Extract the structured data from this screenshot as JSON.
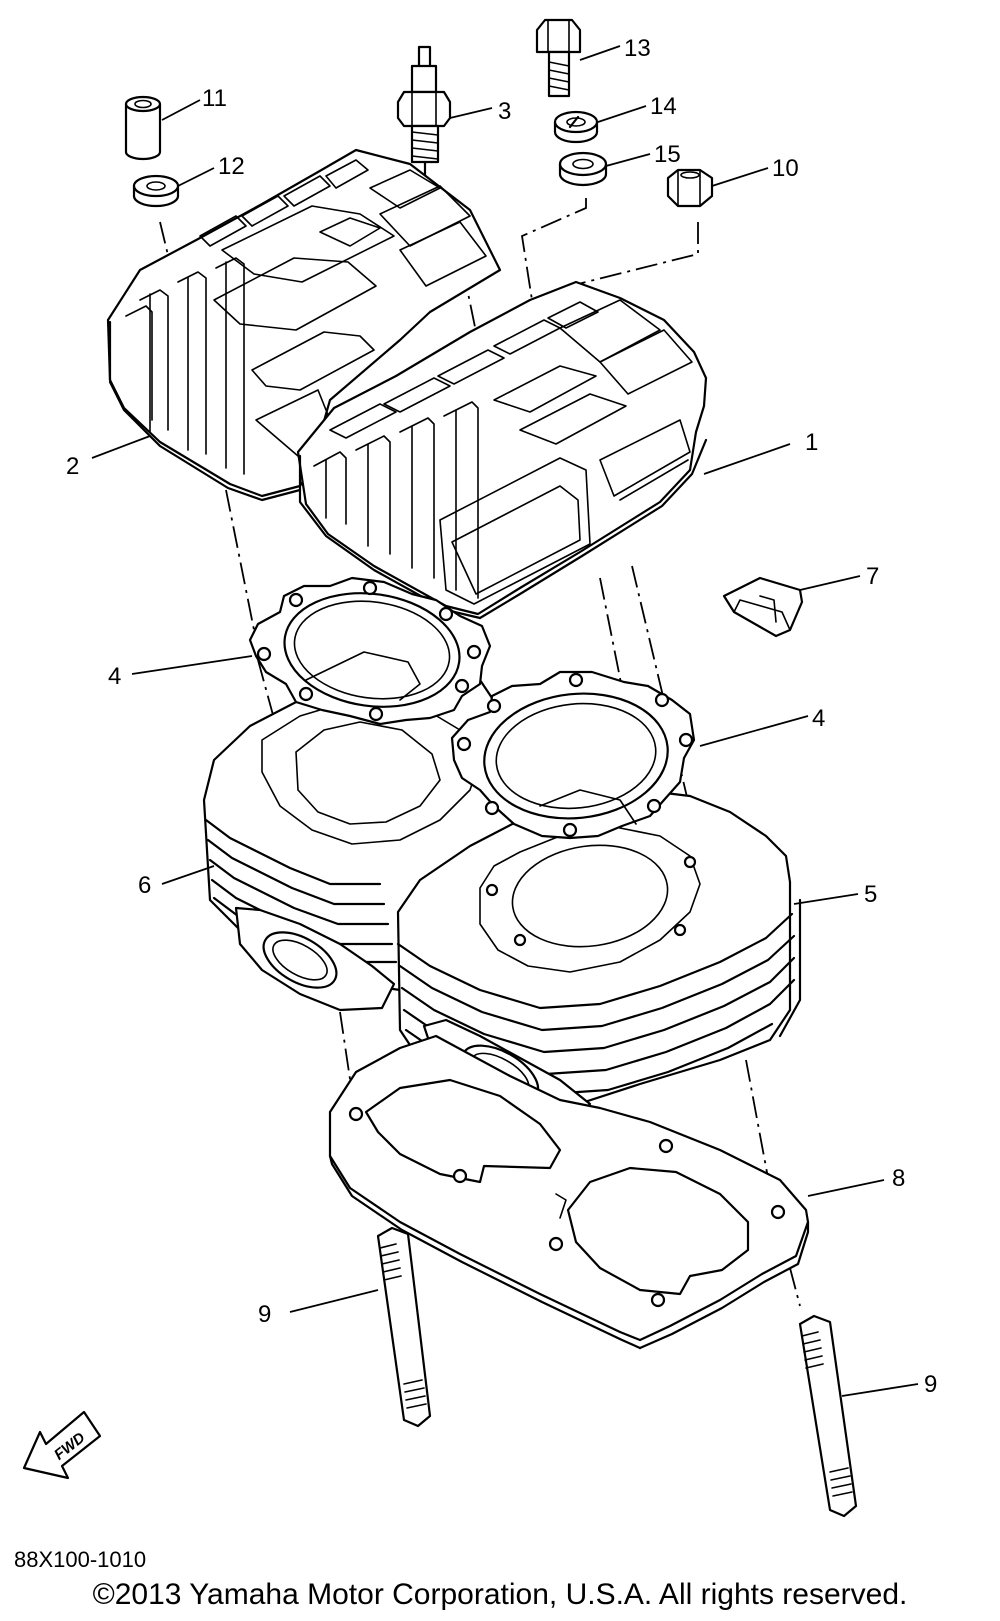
{
  "diagram": {
    "callouts": {
      "c1": "1",
      "c2": "2",
      "c3": "3",
      "c4a": "4",
      "c4b": "4",
      "c5": "5",
      "c6": "6",
      "c7": "7",
      "c8": "8",
      "c9a": "9",
      "c9b": "9",
      "c10": "10",
      "c11": "11",
      "c12": "12",
      "c13": "13",
      "c14": "14",
      "c15": "15"
    },
    "fwd_label": "FWD",
    "diagram_code": "88X100-1010",
    "copyright": "©2013 Yamaha Motor Corporation, U.S.A. All rights reserved."
  }
}
